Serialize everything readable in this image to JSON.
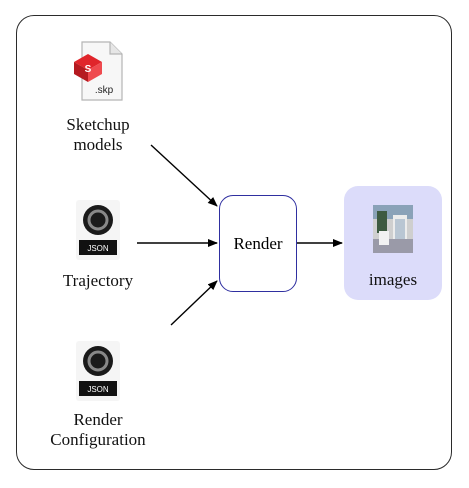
{
  "nodes": {
    "sketchup": {
      "icon_text": ".skp",
      "label_line1": "Sketchup",
      "label_line2": "models",
      "icon": "sketchup-file-icon",
      "accent": "#e0252b"
    },
    "trajectory": {
      "icon_text": "JSON",
      "label": "Trajectory",
      "icon": "json-icon"
    },
    "config": {
      "icon_text": "JSON",
      "label_line1": "Render",
      "label_line2": "Configuration",
      "icon": "json-icon"
    },
    "render": {
      "label": "Render",
      "border_color": "#2f2fa0"
    },
    "images": {
      "label": "images",
      "icon": "image-thumbnail-icon",
      "fill": "#dcdcfa"
    }
  }
}
